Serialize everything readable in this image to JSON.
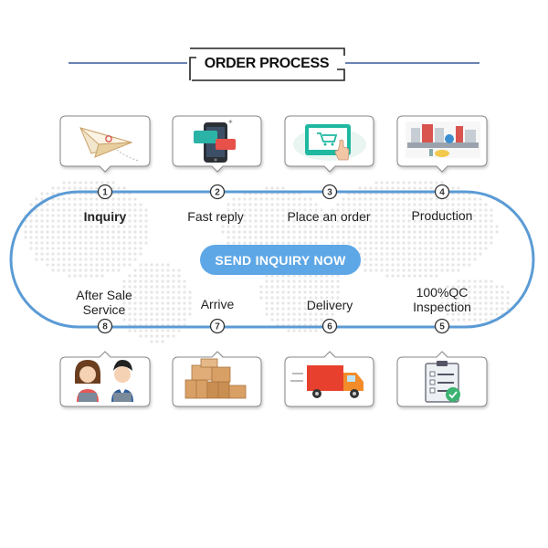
{
  "header": {
    "title": "ORDER PROCESS"
  },
  "cta": {
    "label": "SEND INQUIRY NOW"
  },
  "colors": {
    "track": "#5b9bd5",
    "accent": "#4a90d9",
    "cta_bg": "#5ea7e6",
    "title_rule": "#3b5a9a"
  },
  "steps": [
    {
      "number": "1",
      "lines": [
        "Inquiry"
      ],
      "icon": "paper-plane-mail-icon"
    },
    {
      "number": "2",
      "lines": [
        "Fast reply"
      ],
      "icon": "phone-chat-icon"
    },
    {
      "number": "3",
      "lines": [
        "Place an order"
      ],
      "icon": "online-cart-icon"
    },
    {
      "number": "4",
      "lines": [
        "Production"
      ],
      "icon": "factory-line-icon"
    },
    {
      "number": "5",
      "lines": [
        "100%QC",
        "Inspection"
      ],
      "icon": "checklist-icon"
    },
    {
      "number": "6",
      "lines": [
        "Delivery"
      ],
      "icon": "delivery-truck-icon"
    },
    {
      "number": "7",
      "lines": [
        "Arrive"
      ],
      "icon": "boxes-icon"
    },
    {
      "number": "8",
      "lines": [
        "After Sale",
        "Service"
      ],
      "icon": "support-staff-icon"
    }
  ]
}
